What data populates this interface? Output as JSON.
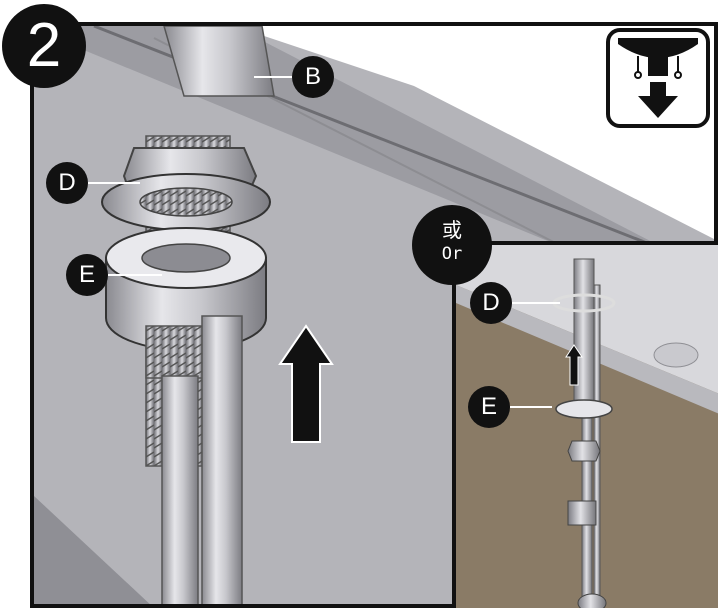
{
  "step": {
    "number": "2"
  },
  "callouts": {
    "b": "B",
    "d_main": "D",
    "e_main": "E",
    "d_inset": "D",
    "e_inset": "E"
  },
  "alternative": {
    "chinese": "或",
    "english": "Or"
  },
  "icons": {
    "install_direction": "under-sink-install-icon",
    "push_up_arrow": "up-arrow-icon"
  },
  "colors": {
    "sink_metal": "#a9a9ae",
    "cabinet_wood": "#8a7b66",
    "badge_fill": "#111111"
  }
}
